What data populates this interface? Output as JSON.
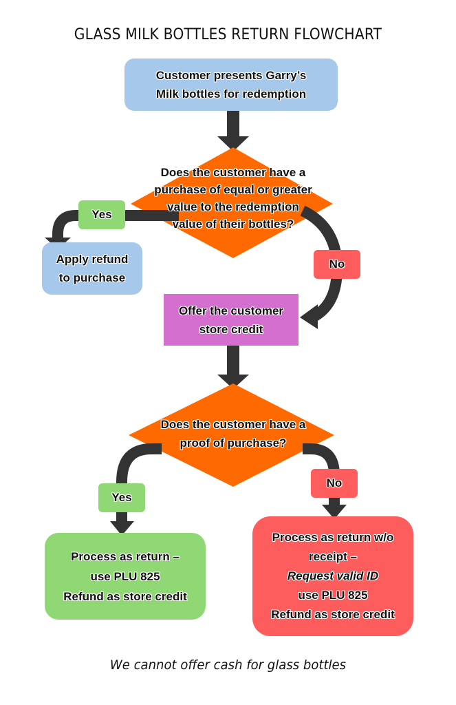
{
  "title": "GLASS MILK BOTTLES RETURN FLOWCHART",
  "colors": {
    "start_box": "#a6c8ea",
    "decision": "#ff6a00",
    "offer_box": "#d56fcf",
    "yes": "#8fd873",
    "no": "#fd5d5d",
    "arrow": "#333333"
  },
  "nodes": {
    "start": {
      "lines": [
        "Customer presents Garry’s",
        "Milk bottles for redemption"
      ]
    },
    "decision1": {
      "lines": [
        "Does the customer have a",
        "purchase of equal or greater",
        "value to the redemption",
        "value of their bottles?"
      ]
    },
    "apply_refund": {
      "lines": [
        "Apply refund",
        "to purchase"
      ]
    },
    "offer_credit": {
      "lines": [
        "Offer the customer",
        "store credit"
      ]
    },
    "decision2": {
      "lines": [
        "Does the customer have a",
        "proof of purchase?"
      ]
    },
    "process_return": {
      "lines": [
        "Process as return –",
        "use PLU 825",
        "Refund as store credit"
      ]
    },
    "process_no_receipt": {
      "lines": [
        "Process as return w/o",
        "receipt –",
        "Request valid ID",
        "use PLU 825",
        "Refund as store credit"
      ]
    }
  },
  "edges": {
    "d1_yes": "Yes",
    "d1_no": "No",
    "d2_yes": "Yes",
    "d2_no": "No"
  },
  "footer": "We cannot offer cash for glass bottles"
}
